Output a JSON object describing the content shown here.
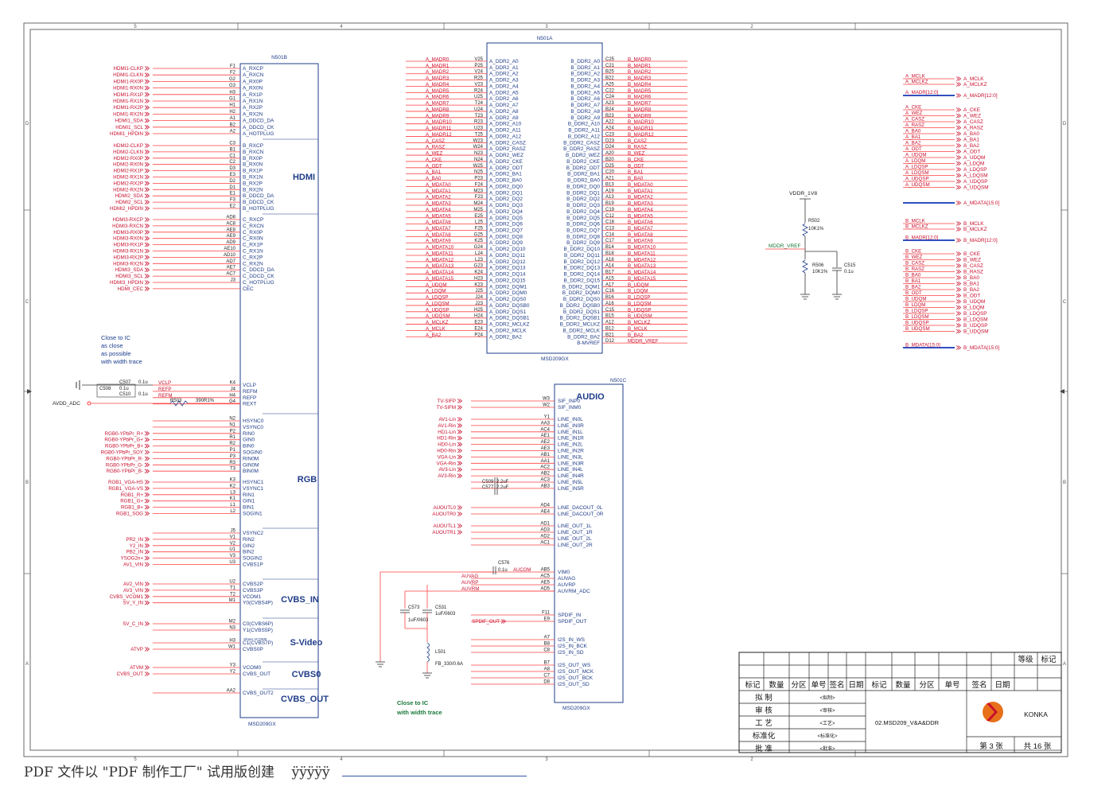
{
  "zones": {
    "top": [
      "5",
      "4",
      "3",
      "2"
    ],
    "side": [
      "D",
      "C",
      "B",
      "A"
    ]
  },
  "n501b": {
    "ref": "N501B",
    "part": "MSD209GX",
    "titles": {
      "hdmi": "HDMI",
      "rgb": "RGB",
      "cvbs_in": "CVBS_IN",
      "svideo": "S-Video",
      "cvbs0": "CVBS0",
      "cvbs_out": "CVBS_OUT"
    },
    "pins": [
      [
        "HDMI1-CLKP",
        "F1",
        "A_RXCP"
      ],
      [
        "HDMI1-CLKN",
        "F2",
        "A_RXCN"
      ],
      [
        "HDMI1-RX0P",
        "G2",
        "A_RX0P"
      ],
      [
        "HDMI1-RX0N",
        "G3",
        "A_RX0N"
      ],
      [
        "HDMI1-RX1P",
        "H3",
        "A_RX1P"
      ],
      [
        "HDMI1-RX1N",
        "G1",
        "A_RX1N"
      ],
      [
        "HDMI1-RX2P",
        "H1",
        "A_RX2P"
      ],
      [
        "HDMI1-RX2N",
        "H2",
        "A_RX2N"
      ],
      [
        "HDMI1_SDA",
        "A1",
        "A_DDCD_DA"
      ],
      [
        "HDMI1_SCL",
        "B2",
        "A_DDCD_CK"
      ],
      [
        "HDMI1_HPDIN",
        "A2",
        "A_HOTPLUG"
      ],
      [
        "HDMI2-CLKP",
        "C3",
        "B_RXCP"
      ],
      [
        "HDMI2-CLKN",
        "B1",
        "B_RXCN"
      ],
      [
        "HDMI2-RX0P",
        "C1",
        "B_RX0P"
      ],
      [
        "HDMI2-RX0N",
        "C2",
        "B_RX0N"
      ],
      [
        "HDMI2-RX1P",
        "D3",
        "B_RX1P"
      ],
      [
        "HDMI2-RX1N",
        "E3",
        "B_RX1N"
      ],
      [
        "HDMI2-RX2P",
        "D2",
        "B_RX2P"
      ],
      [
        "HDMI2-RX2N",
        "D1",
        "B_RX2N"
      ],
      [
        "HDMI2_SDA",
        "E1",
        "B_DDCD_DA"
      ],
      [
        "HDMI2_SCL",
        "F3",
        "B_DDCD_CK"
      ],
      [
        "HDMI2_HPDIN",
        "E2",
        "B_HOTPLUG"
      ],
      [
        "HDMI3-RXCP",
        "AD8",
        "C_RXCP"
      ],
      [
        "HDMI3-RXCN",
        "AC8",
        "C_RXCN"
      ],
      [
        "HDMI3-RX0P",
        "AE8",
        "C_RX0P"
      ],
      [
        "HDMI3-RX0N",
        "AE9",
        "C_RX0N"
      ],
      [
        "HDMI3-RX1P",
        "AD9",
        "C_RX1P"
      ],
      [
        "HDMI3-RX1N",
        "AE10",
        "C_RX1N"
      ],
      [
        "HDMI3-RX2P",
        "AD10",
        "C_RX2P"
      ],
      [
        "HDMI3-RX2N",
        "AD7",
        "C_RX2N"
      ],
      [
        "HDMI3_SDA",
        "AE7",
        "C_DDCD_DA"
      ],
      [
        "HDMI3_SCL",
        "AC7",
        "C_DDCD_CK"
      ],
      [
        "HDMI3_HPDIN",
        "J3",
        "C_HOTPLUG"
      ],
      [
        "HDMI_CEC",
        "",
        "CEC"
      ],
      [
        "VCLP",
        "K4",
        "VCLP"
      ],
      [
        "REFP",
        "J4",
        "REFM"
      ],
      [
        "REFM",
        "H4",
        "REFP"
      ],
      [
        "AVDD_ADC",
        "G4",
        "REXT"
      ],
      [
        "",
        "N2",
        "HSYNC0"
      ],
      [
        "",
        "N1",
        "VSYNC0"
      ],
      [
        "RGB0-YPbPr_R+",
        "P2",
        "RIN0"
      ],
      [
        "RGB0-YPbPr_G+",
        "R1",
        "GIN0"
      ],
      [
        "RGB0-YPbPr_B+",
        "R2",
        "BIN0"
      ],
      [
        "RGB0-YPbPr_SOY",
        "P1",
        "SOGIN0"
      ],
      [
        "RGB0-YPbPr_R-",
        "P3",
        "RIN0M"
      ],
      [
        "RGB0-YPbPr_G-",
        "R3",
        "GIN0M"
      ],
      [
        "RGB0-YPbPr_B-",
        "T3",
        "BIN0M"
      ],
      [
        "RGB1_VGA-HS",
        "K3",
        "HSYNC1"
      ],
      [
        "RGB1_VGA-VS",
        "K2",
        "VSYNC1"
      ],
      [
        "RGB1_R+",
        "L3",
        "RIN1"
      ],
      [
        "RGB1_G+",
        "K1",
        "GIN1"
      ],
      [
        "RGB1_B+",
        "L1",
        "BIN1"
      ],
      [
        "RGB1_SOG",
        "L2",
        "SOGIN1"
      ],
      [
        "",
        "J5",
        "VSYNC2"
      ],
      [
        "PR2_IN",
        "V1",
        "RIN2"
      ],
      [
        "Y2_IN",
        "V2",
        "GIN2"
      ],
      [
        "PB2_IN",
        "U1",
        "BIN2"
      ],
      [
        "YSOG2n+",
        "V3",
        "SOGIN2"
      ],
      [
        "AV1_VIN",
        "U3",
        "CVBS1P"
      ],
      [
        "AV2_VIN",
        "U2",
        "CVBS2P"
      ],
      [
        "AV3_VIN",
        "T1",
        "CVBS3P"
      ],
      [
        "CVBS_VCOM1",
        "T2",
        "VCOM1"
      ],
      [
        "SV_Y_IN",
        "M1",
        "Y0(CVBS4P)"
      ],
      [
        "SV_C_IN",
        "M2",
        "C0(CVBS6P)"
      ],
      [
        "",
        "N3",
        "Y1(CVBS5P)"
      ],
      [
        "",
        "H3",
        "C1(CVBS7P)"
      ],
      [
        "ATVP",
        "W1",
        "CVBS0P"
      ],
      [
        "ATVM",
        "Y3",
        "VCOM0"
      ],
      [
        "CVBS_OUT",
        "Y2",
        "CVBS_OUT"
      ],
      [
        "",
        "AA2",
        "CVBS_OUT2"
      ]
    ],
    "share_label": "Share VCOM0",
    "caps": [
      [
        "C507",
        "0.1u"
      ],
      [
        "C508",
        "0.1u"
      ],
      [
        "C510",
        "0.1u"
      ]
    ],
    "res": [
      "R503",
      "390R1%"
    ],
    "note": [
      "Close to IC",
      "as close",
      "as possible",
      "with width trace"
    ]
  },
  "n501a": {
    "ref": "N501A",
    "part": "MSD209GX",
    "left": [
      [
        "A_MADR0",
        "V25",
        "A_DDR2_A0"
      ],
      [
        "A_MADR1",
        "P25",
        "A_DDR2_A1"
      ],
      [
        "A_MADR2",
        "V24",
        "A_DDR2_A2"
      ],
      [
        "A_MADR3",
        "R25",
        "A_DDR2_A3"
      ],
      [
        "A_MADR4",
        "V23",
        "A_DDR2_A4"
      ],
      [
        "A_MADR5",
        "R24",
        "A_DDR2_A5"
      ],
      [
        "A_MADR6",
        "U25",
        "A_DDR2_A6"
      ],
      [
        "A_MADR7",
        "T24",
        "A_DDR2_A7"
      ],
      [
        "A_MADR8",
        "U24",
        "A_DDR2_A8"
      ],
      [
        "A_MADR9",
        "T23",
        "A_DDR2_A9"
      ],
      [
        "A_MADR10",
        "R23",
        "A_DDR2_A10"
      ],
      [
        "A_MADR11",
        "U23",
        "A_DDR2_A11"
      ],
      [
        "A_MADR12",
        "T25",
        "A_DDR2_A12"
      ],
      [
        "A_CASZ",
        "W23",
        "A_DDR2_CASZ"
      ],
      [
        "A_RASZ",
        "W24",
        "A_DDR2_RASZ"
      ],
      [
        "A_WEZ",
        "N23",
        "A_DDR2_WEZ"
      ],
      [
        "A_CKE",
        "N24",
        "A_DDR2_CKE"
      ],
      [
        "A_ODT",
        "W25",
        "A_DDR2_ODT"
      ],
      [
        "A_BA1",
        "N25",
        "A_DDR2_BA1"
      ],
      [
        "A_BA0",
        "P23",
        "A_DDR2_BA0"
      ],
      [
        "A_MDATA0",
        "F24",
        "A_DDR2_DQ0"
      ],
      [
        "A_MDATA1",
        "M23",
        "A_DDR2_DQ1"
      ],
      [
        "A_MDATA2",
        "F23",
        "A_DDR2_DQ2"
      ],
      [
        "A_MDATA3",
        "M24",
        "A_DDR2_DQ3"
      ],
      [
        "A_MDATA4",
        "M25",
        "A_DDR2_DQ4"
      ],
      [
        "A_MDATA5",
        "E25",
        "A_DDR2_DQ5"
      ],
      [
        "A_MDATA6",
        "L25",
        "A_DDR2_DQ6"
      ],
      [
        "A_MDATA7",
        "F25",
        "A_DDR2_DQ7"
      ],
      [
        "A_MDATA8",
        "G25",
        "A_DDR2_DQ8"
      ],
      [
        "A_MDATA9",
        "K25",
        "A_DDR2_DQ9"
      ],
      [
        "A_MDATA10",
        "G24",
        "A_DDR2_DQ10"
      ],
      [
        "A_MDATA11",
        "L24",
        "A_DDR2_DQ11"
      ],
      [
        "A_MDATA12",
        "L23",
        "A_DDR2_DQ12"
      ],
      [
        "A_MDATA13",
        "G23",
        "A_DDR2_DQ13"
      ],
      [
        "A_MDATA14",
        "K24",
        "A_DDR2_DQ14"
      ],
      [
        "A_MDATA15",
        "H23",
        "A_DDR2_DQ15"
      ],
      [
        "A_UDQM",
        "K23",
        "A_DDR2_DQM1"
      ],
      [
        "A_LDQM",
        "J25",
        "A_DDR2_DQM0"
      ],
      [
        "A_LDQSP",
        "J24",
        "A_DDR2_DQS0"
      ],
      [
        "A_LDQSM",
        "J23",
        "A_DDR2_DQSB0"
      ],
      [
        "A_UDQSP",
        "H25",
        "A_DDR2_DQS1"
      ],
      [
        "A_UDQSM",
        "H24",
        "A_DDR2_DQSB1"
      ],
      [
        "A_MCLKZ",
        "E23",
        "A_DDR2_MCLKZ"
      ],
      [
        "A_MCLK",
        "E24",
        "A_DDR2_MCLK"
      ],
      [
        "A_BA2",
        "P24",
        "A_DDR2_BA2"
      ]
    ],
    "right": [
      [
        "B_MADR0",
        "C25",
        "B_DDR2_A0"
      ],
      [
        "B_MADR1",
        "C21",
        "B_DDR2_A1"
      ],
      [
        "B_MADR2",
        "B25",
        "B_DDR2_A2"
      ],
      [
        "B_MADR3",
        "B22",
        "B_DDR2_A3"
      ],
      [
        "B_MADR4",
        "A25",
        "B_DDR2_A4"
      ],
      [
        "B_MADR5",
        "C22",
        "B_DDR2_A5"
      ],
      [
        "B_MADR6",
        "C24",
        "B_DDR2_A6"
      ],
      [
        "B_MADR7",
        "A23",
        "B_DDR2_A7"
      ],
      [
        "B_MADR8",
        "B24",
        "B_DDR2_A8"
      ],
      [
        "B_MADR9",
        "B23",
        "B_DDR2_A9"
      ],
      [
        "B_MADR10",
        "A22",
        "B_DDR2_A10"
      ],
      [
        "B_MADR11",
        "A24",
        "B_DDR2_A11"
      ],
      [
        "B_MADR12",
        "C23",
        "B_DDR2_A12"
      ],
      [
        "B_CASZ",
        "D23",
        "B_DDR2_CASZ"
      ],
      [
        "B_RASZ",
        "D24",
        "B_DDR2_RASZ"
      ],
      [
        "B_WEZ",
        "A20",
        "B_DDR2_WEZ"
      ],
      [
        "B_CKE",
        "B20",
        "B_DDR2_CKE"
      ],
      [
        "B_ODT",
        "D25",
        "B_DDR2_ODT"
      ],
      [
        "B_BA1",
        "C20",
        "B_DDR2_BA1"
      ],
      [
        "B_BA0",
        "A21",
        "B_DDR2_BA0"
      ],
      [
        "B_MDATA0",
        "B13",
        "B_DDR2_DQ0"
      ],
      [
        "B_MDATA1",
        "A19",
        "B_DDR2_DQ1"
      ],
      [
        "B_MDATA2",
        "A13",
        "B_DDR2_DQ2"
      ],
      [
        "B_MDATA3",
        "B19",
        "B_DDR2_DQ3"
      ],
      [
        "B_MDATA4",
        "C19",
        "B_DDR2_DQ4"
      ],
      [
        "B_MDATA5",
        "C12",
        "B_DDR2_DQ5"
      ],
      [
        "B_MDATA6",
        "C18",
        "B_DDR2_DQ6"
      ],
      [
        "B_MDATA7",
        "C13",
        "B_DDR2_DQ7"
      ],
      [
        "B_MDATA8",
        "C14",
        "B_DDR2_DQ8"
      ],
      [
        "B_MDATA9",
        "C17",
        "B_DDR2_DQ9"
      ],
      [
        "B_MDATA10",
        "B14",
        "B_DDR2_DQ10"
      ],
      [
        "B_MDATA11",
        "B18",
        "B_DDR2_DQ11"
      ],
      [
        "B_MDATA12",
        "A18",
        "B_DDR2_DQ12"
      ],
      [
        "B_MDATA13",
        "A14",
        "B_DDR2_DQ13"
      ],
      [
        "B_MDATA14",
        "B17",
        "B_DDR2_DQ14"
      ],
      [
        "B_MDATA15",
        "A15",
        "B_DDR2_DQ15"
      ],
      [
        "B_UDQM",
        "A17",
        "B_DDR2_DQM1"
      ],
      [
        "B_LDQM",
        "C16",
        "B_DDR2_DQM0"
      ],
      [
        "B_LDQSP",
        "B16",
        "B_DDR2_DQS0"
      ],
      [
        "B_LDQSM",
        "A16",
        "B_DDR2_DQSB0"
      ],
      [
        "B_UDQSP",
        "C15",
        "B_DDR2_DQS1"
      ],
      [
        "B_UDQSM",
        "B15",
        "B_DDR2_DQSB1"
      ],
      [
        "B_MCLKZ",
        "A12",
        "B_DDR2_MCLKZ"
      ],
      [
        "B_MCLK",
        "B12",
        "B_DDR2_MCLK"
      ],
      [
        "B_BA2",
        "B21",
        "B_DDR2_BA2"
      ],
      [
        "MDDR_VREF",
        "D12",
        "B-MVREF"
      ]
    ]
  },
  "n501c": {
    "ref": "N501C",
    "part": "MSD209GX",
    "title": "AUDIO",
    "pins": [
      [
        "TV-SIFP",
        "W3",
        "SIF_INP0"
      ],
      [
        "TV-SIFM",
        "W2",
        "SIF_INM0"
      ],
      [
        "AV1-Lin",
        "Y1",
        "LINE_IN0L"
      ],
      [
        "AV1-Rin",
        "AA3",
        "LINE_IN0R"
      ],
      [
        "HD1-Lin",
        "AC4",
        "LINE_IN1L"
      ],
      [
        "HD1-Rin",
        "AE1",
        "LINE_IN1R"
      ],
      [
        "HD0-Lin",
        "AE2",
        "LINE_IN2L"
      ],
      [
        "HD0-Rin",
        "AE3",
        "LINE_IN2R"
      ],
      [
        "VGA-Lin",
        "AB1",
        "LINE_IN3L"
      ],
      [
        "VGA-Rin",
        "AA1",
        "LINE_IN3R"
      ],
      [
        "AV3-Lin",
        "AC2",
        "LINE_IN4L"
      ],
      [
        "AV3-Rin",
        "AB2",
        "LINE_IN4R"
      ],
      [
        "",
        "AC3",
        "LINE_IN5L"
      ],
      [
        "",
        "AB3",
        "LINE_IN5R"
      ],
      [
        "AUOUTL0",
        "AD4",
        "LINE_DACOUT_0L"
      ],
      [
        "AUOUTR0",
        "AE4",
        "LINE_DACOUT_0R"
      ],
      [
        "AUOUTL1",
        "AD1",
        "LINE_OUT_1L"
      ],
      [
        "AUOUTR1",
        "AD3",
        "LINE_OUT_1R"
      ],
      [
        "",
        "AD2",
        "LINE_OUT_2L"
      ],
      [
        "",
        "AC1",
        "LINE_OUT_2R"
      ],
      [
        "",
        "AB5",
        "VIM0"
      ],
      [
        "AUVAG",
        "AC5",
        "AUVAG"
      ],
      [
        "AUVRP",
        "AE5",
        "AUVRP"
      ],
      [
        "AUVRM",
        "AD5",
        "AUVRM_ADC"
      ],
      [
        "",
        "F11",
        "SPDIF_IN"
      ],
      [
        "SPDIF_OUT",
        "E9",
        "SPDIF_OUT"
      ],
      [
        "",
        "A7",
        "I2S_IN_WS"
      ],
      [
        "",
        "B8",
        "I2S_IN_BCK"
      ],
      [
        "",
        "C8",
        "I2S_IN_SD"
      ],
      [
        "",
        "B7",
        "I2S_OUT_WS"
      ],
      [
        "",
        "A8",
        "I2S_OUT_MCK"
      ],
      [
        "",
        "C7",
        "I2S_OUT_BCK"
      ],
      [
        "",
        "D8",
        "I2S_OUT_SD"
      ]
    ],
    "caps": [
      [
        "C509",
        "2.2uF"
      ],
      [
        "C577",
        "2.2uF"
      ]
    ],
    "c576": [
      "C576",
      "0.1u",
      "AUCOM"
    ],
    "c573": [
      "C573",
      "1uF/0603"
    ],
    "c531": [
      "C531",
      "1uF/0603"
    ],
    "l501": [
      "L501",
      "FB_330/0.6A"
    ],
    "note": [
      "Close to IC",
      "with width trace"
    ]
  },
  "vref": {
    "vdd": "VDDR_1V8",
    "net": "MDDR_VREF",
    "r502": [
      "R502",
      "10K1%"
    ],
    "r506": [
      "R506",
      "10K1%"
    ],
    "c515": [
      "C515",
      "0.1u"
    ]
  },
  "ports": {
    "group_a": [
      [
        "A_MCLK",
        "A_MCLK"
      ],
      [
        "A_MCLKZ",
        "A_MCLKZ"
      ],
      [
        "",
        "A_MADR[12:0]"
      ],
      [
        "A_CKE",
        "A_CKE"
      ],
      [
        "A_WEZ",
        "A_WEZ"
      ],
      [
        "A_CASZ",
        "A_CASZ"
      ],
      [
        "A_RASZ",
        "A_RASZ"
      ],
      [
        "A_BA0",
        "A_BA0"
      ],
      [
        "A_BA1",
        "A_BA1"
      ],
      [
        "A_BA2",
        "A_BA2"
      ],
      [
        "A_ODT",
        "A_ODT"
      ],
      [
        "A_UDQM",
        "A_UDQM"
      ],
      [
        "A_LDQM",
        "A_LDQM"
      ],
      [
        "A_LDQSP",
        "A_LDQSP"
      ],
      [
        "A_LDQSM",
        "A_LDQSM"
      ],
      [
        "A_UDQSP",
        "A_UDQSP"
      ],
      [
        "A_UDQSM",
        "A_UDQSM"
      ],
      [
        "",
        "A_MDATA[15:0]"
      ]
    ],
    "group_b": [
      [
        "B_MCLK",
        "B_MCLK"
      ],
      [
        "B_MCLKZ",
        "B_MCLKZ"
      ],
      [
        "B_MADR[12:0]",
        "B_MADR[12:0]"
      ],
      [
        "B_CKE",
        "B_CKE"
      ],
      [
        "B_WEZ",
        "B_WEZ"
      ],
      [
        "B_CASZ",
        "B_CASZ"
      ],
      [
        "B_RASZ",
        "B_RASZ"
      ],
      [
        "B_BA0",
        "B_BA0"
      ],
      [
        "B_BA1",
        "B_BA1"
      ],
      [
        "B_BA2",
        "B_BA2"
      ],
      [
        "B_ODT",
        "B_ODT"
      ],
      [
        "B_UDQM",
        "B_UDQM"
      ],
      [
        "B_LDQM",
        "B_LDQM"
      ],
      [
        "B_LDQSP",
        "B_LDQSP"
      ],
      [
        "B_LDQSM",
        "B_LDQSM"
      ],
      [
        "B_UDQSP",
        "B_UDQSP"
      ],
      [
        "B_UDQSM",
        "B_UDQSM"
      ],
      [
        "B_MDATA[15:0]",
        "B_MDATA[15:0]"
      ]
    ],
    "a_madr_wire": "A_MADR[12:0]"
  },
  "title_block": {
    "grade": "等级",
    "mark": "标记",
    "header": [
      "标记",
      "数量",
      "分区",
      "单号",
      "签名",
      "日期",
      "标记",
      "数量",
      "分区",
      "单号",
      "签名",
      "日期"
    ],
    "rows": [
      [
        "拟 制",
        "<拟制>"
      ],
      [
        "审 核",
        "<审核>"
      ],
      [
        "工 艺",
        "<工艺>"
      ],
      [
        "标准化",
        "<标准化>"
      ],
      [
        "批 准",
        "<批准>"
      ]
    ],
    "drawing": "02.MSD209_V&A&DDR",
    "company": "KONKA",
    "sheet": "第 3 张",
    "total": "共 16 张"
  },
  "footer": "PDF 文件以 \"PDF 制作工厂\" 试用版创建",
  "footer_tail": "ÿÿÿÿÿ",
  "colors": {
    "net": "#c8102e",
    "wire": "#ff4040",
    "part": "#1f3c88",
    "note": "#1a3c8c",
    "note2": "#1a7a3a",
    "bus": "#3050c0",
    "frame": "#444444"
  }
}
